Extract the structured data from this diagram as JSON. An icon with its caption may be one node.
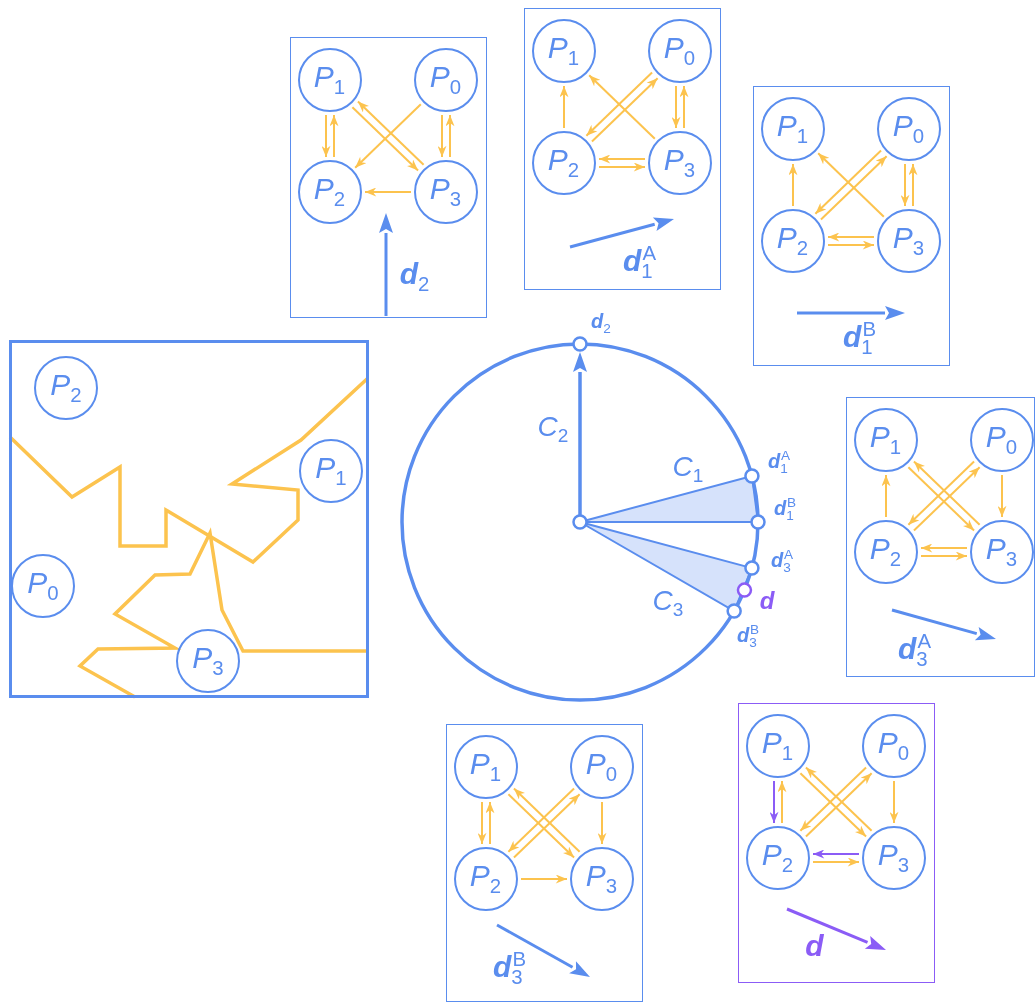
{
  "diagram": {
    "nodes": [
      {
        "text": [],
        "shape": "box"
      },
      {
        "text": [
          "*P*$_{2}$"
        ],
        "in": 0
      },
      {
        "text": [
          "*P*$_{1}$"
        ],
        "in": 0
      },
      {
        "text": [
          "*P*$_{0}$"
        ],
        "in": 0
      },
      {
        "text": [
          "*P*$_{3}$"
        ],
        "in": 0
      },
      {
        "text": [
          "**d**$_{2}$"
        ]
      },
      {
        "text": [
          "*P*$_{1}$"
        ],
        "in": 5
      },
      {
        "text": [
          "*P*$_{0}$"
        ],
        "in": 5
      },
      {
        "text": [
          "*P*$_{2}$"
        ],
        "in": 5
      },
      {
        "text": [
          "*P*$_{3}$"
        ],
        "in": 5
      },
      {
        "text": [
          "**d**$_{1}$$^{A}$"
        ]
      },
      {
        "text": [
          "*P*$_{1}$"
        ],
        "in": 10
      },
      {
        "text": [
          "*P*$_{0}$"
        ],
        "in": 10
      },
      {
        "text": [
          "*P*$_{2}$"
        ],
        "in": 10
      },
      {
        "text": [
          "*P*$_{3}$"
        ],
        "in": 10
      },
      {
        "text": [
          "**d**$_{1}$$^{B}$"
        ]
      },
      {
        "text": [
          "*P*$_{1}$"
        ],
        "in": 15
      },
      {
        "text": [
          "*P*$_{0}$"
        ],
        "in": 15
      },
      {
        "text": [
          "*P*$_{2}$"
        ],
        "in": 15
      },
      {
        "text": [
          "*P*$_{3}$"
        ],
        "in": 15
      },
      {
        "text": [
          "**d**$_{3}$$^{A}$"
        ]
      },
      {
        "text": [
          "*P*$_{1}$"
        ],
        "in": 20
      },
      {
        "text": [
          "*P*$_{0}$"
        ],
        "in": 20
      },
      {
        "text": [
          "*P*$_{2}$"
        ],
        "in": 20
      },
      {
        "text": [
          "*P*$_{3}$"
        ],
        "in": 20
      },
      {
        "text": [
          "**d**$_{3}$$^{B}$"
        ]
      },
      {
        "text": [
          "*P*$_{1}$"
        ],
        "in": 25
      },
      {
        "text": [
          "*P*$_{0}$"
        ],
        "in": 25
      },
      {
        "text": [
          "*P*$_{2}$"
        ],
        "in": 25
      },
      {
        "text": [
          "*P*$_{3}$"
        ],
        "in": 25
      },
      {
        "text": [
          "d"
        ]
      },
      {
        "text": [
          "*P*$_{1}$"
        ],
        "in": 30
      },
      {
        "text": [
          "*P*$_{0}$"
        ],
        "in": 30
      },
      {
        "text": [
          "*P*$_{2}$"
        ],
        "in": 30
      },
      {
        "text": [
          "*P*$_{3}$"
        ],
        "in": 30
      }
    ],
    "edges": [
      {
        "from": 6,
        "to": 8,
        "arrow": "to"
      },
      {
        "from": 8,
        "to": 6,
        "arrow": "to"
      },
      {
        "from": 7,
        "to": 9,
        "arrow": "to"
      },
      {
        "from": 9,
        "to": 7,
        "arrow": "to"
      },
      {
        "from": 7,
        "to": 8,
        "arrow": "to"
      },
      {
        "from": 6,
        "to": 9,
        "arrow": "to"
      },
      {
        "from": 9,
        "to": 6,
        "arrow": "to"
      },
      {
        "from": 9,
        "to": 8,
        "arrow": "to"
      },
      {
        "from": 13,
        "to": 11,
        "arrow": "to"
      },
      {
        "from": 12,
        "to": 14,
        "arrow": "to"
      },
      {
        "from": 14,
        "to": 12,
        "arrow": "to"
      },
      {
        "from": 14,
        "to": 11,
        "arrow": "to"
      },
      {
        "from": 13,
        "to": 12,
        "arrow": "to"
      },
      {
        "from": 12,
        "to": 13,
        "arrow": "to"
      },
      {
        "from": 14,
        "to": 13,
        "arrow": "to"
      },
      {
        "from": 13,
        "to": 14,
        "arrow": "to"
      },
      {
        "from": 18,
        "to": 16,
        "arrow": "to"
      },
      {
        "from": 17,
        "to": 19,
        "arrow": "to"
      },
      {
        "from": 19,
        "to": 17,
        "arrow": "to"
      },
      {
        "from": 19,
        "to": 16,
        "arrow": "to"
      },
      {
        "from": 18,
        "to": 17,
        "arrow": "to"
      },
      {
        "from": 17,
        "to": 18,
        "arrow": "to"
      },
      {
        "from": 19,
        "to": 18,
        "arrow": "to"
      },
      {
        "from": 18,
        "to": 19,
        "arrow": "to"
      },
      {
        "from": 23,
        "to": 21,
        "arrow": "to"
      },
      {
        "from": 22,
        "to": 24,
        "arrow": "to"
      },
      {
        "from": 21,
        "to": 24,
        "arrow": "to"
      },
      {
        "from": 24,
        "to": 21,
        "arrow": "to"
      },
      {
        "from": 23,
        "to": 22,
        "arrow": "to"
      },
      {
        "from": 22,
        "to": 23,
        "arrow": "to"
      },
      {
        "from": 24,
        "to": 23,
        "arrow": "to"
      },
      {
        "from": 23,
        "to": 24,
        "arrow": "to"
      },
      {
        "from": 26,
        "to": 28,
        "arrow": "to"
      },
      {
        "from": 28,
        "to": 26,
        "arrow": "to"
      },
      {
        "from": 27,
        "to": 29,
        "arrow": "to"
      },
      {
        "from": 26,
        "to": 29,
        "arrow": "to"
      },
      {
        "from": 29,
        "to": 26,
        "arrow": "to"
      },
      {
        "from": 28,
        "to": 27,
        "arrow": "to"
      },
      {
        "from": 27,
        "to": 28,
        "arrow": "to"
      },
      {
        "from": 28,
        "to": 29,
        "arrow": "to"
      },
      {
        "from": 31,
        "to": 33,
        "arrow": "to",
        "color": "#8b5cf6"
      },
      {
        "from": 33,
        "to": 31,
        "arrow": "to"
      },
      {
        "from": 32,
        "to": 34,
        "arrow": "to"
      },
      {
        "from": 31,
        "to": 34,
        "arrow": "to"
      },
      {
        "from": 34,
        "to": 31,
        "arrow": "to"
      },
      {
        "from": 33,
        "to": 32,
        "arrow": "to"
      },
      {
        "from": 32,
        "to": 33,
        "arrow": "to"
      },
      {
        "from": 33,
        "to": 34,
        "arrow": "to"
      },
      {
        "from": 34,
        "to": 33,
        "arrow": "to",
        "color": "#8b5cf6"
      }
    ],
    "labels": [
      "**d**$_{2}$",
      "*C*$_{2}$",
      "*C*$_{1}$",
      "**d**$_{1}$$^{A}$",
      "**d**$_{1}$$^{B}$",
      "**d**$_{3}$$^{A}$",
      "d",
      "*C*$_{3}$",
      "**d**$_{3}$$^{B}$"
    ]
  }
}
